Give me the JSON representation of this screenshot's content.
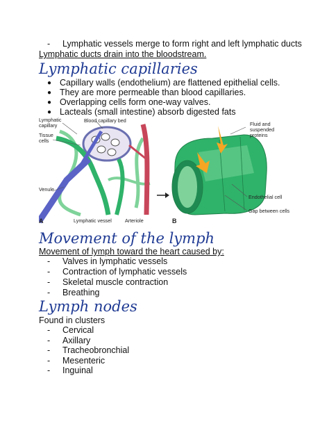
{
  "intro": {
    "line1": "Lymphatic vessels merge to form right and left lymphatic ducts",
    "line2": "Lymphatic ducts drain into the bloodstream."
  },
  "sections": {
    "capillaries": {
      "title": "Lymphatic capillaries",
      "bullets": [
        "Capillary walls (endothelium) are flattened epithelial cells.",
        "They are more permeable than blood capillaries.",
        "Overlapping cells form one-way valves.",
        "Lacteals (small intestine) absorb digested fats"
      ]
    },
    "movement": {
      "title": "Movement of the lymph",
      "subtitle": "Movement of lymph toward the heart caused by:",
      "items": [
        "Valves in lymphatic vessels",
        "Contraction of lymphatic vessels",
        "Skeletal muscle contraction",
        "Breathing"
      ]
    },
    "nodes": {
      "title": "Lymph nodes",
      "subtitle": "Found in clusters",
      "items": [
        "Cervical",
        "Axillary",
        "Tracheobronchial",
        "Mesenteric",
        "Inguinal"
      ]
    }
  },
  "figure": {
    "labels": {
      "lymphatic_capillary_1": "Lymphatic",
      "lymphatic_capillary_2": "capillary",
      "blood_capillary_bed": "Blood capillary bed",
      "tissue_cells_1": "Tissue",
      "tissue_cells_2": "cells",
      "venule": "Venule",
      "lymphatic_vessel": "Lymphatic vessel",
      "arteriole": "Arteriole",
      "panel_a": "A",
      "panel_b": "B",
      "fluid_1": "Fluid and",
      "fluid_2": "suspended",
      "fluid_3": "proteins",
      "endothelial_cell": "Endothelial cell",
      "gap_between_cells": "Gap between cells"
    },
    "colors": {
      "lymph_green": "#2fb36a",
      "vein_blue": "#5b63c6",
      "artery_red": "#c8465a",
      "arrow_orange": "#f5a623",
      "heading_blue": "#1f3a93"
    }
  },
  "bullet_glyph": "●",
  "dash_glyph": "-"
}
